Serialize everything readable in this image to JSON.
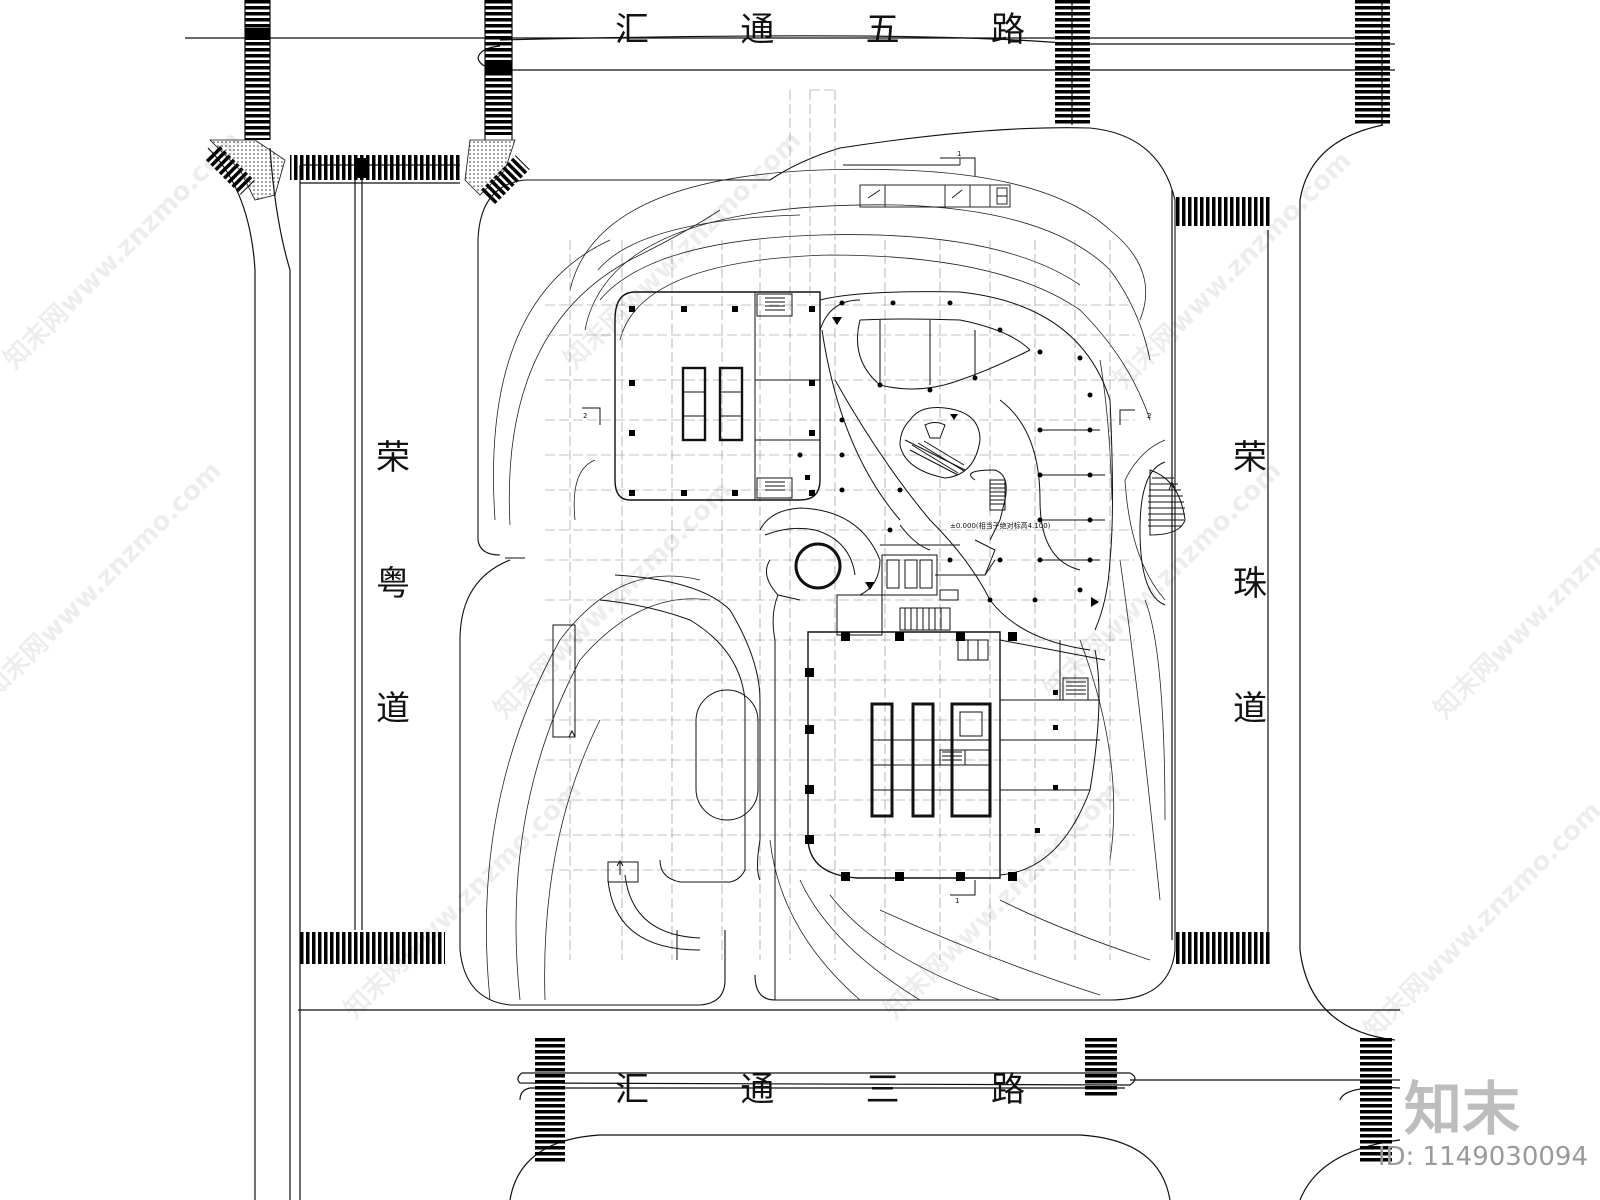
{
  "roads": {
    "north": [
      "汇",
      "通",
      "五",
      "路"
    ],
    "south": [
      "汇",
      "通",
      "三",
      "路"
    ],
    "west": [
      "荣",
      "粤",
      "道"
    ],
    "east": [
      "荣",
      "珠",
      "道"
    ]
  },
  "elevation_note": "±0.000(相当于绝对标高4.100)",
  "section_marks": {
    "a": "1",
    "b": "2"
  },
  "brand": {
    "logo": "知末",
    "id_text": "ID: 1149030094"
  },
  "watermark": "知末网www.znzmo.com",
  "colors": {
    "line": "#111111",
    "grid": "#8c8c8c",
    "road": "#000000"
  }
}
